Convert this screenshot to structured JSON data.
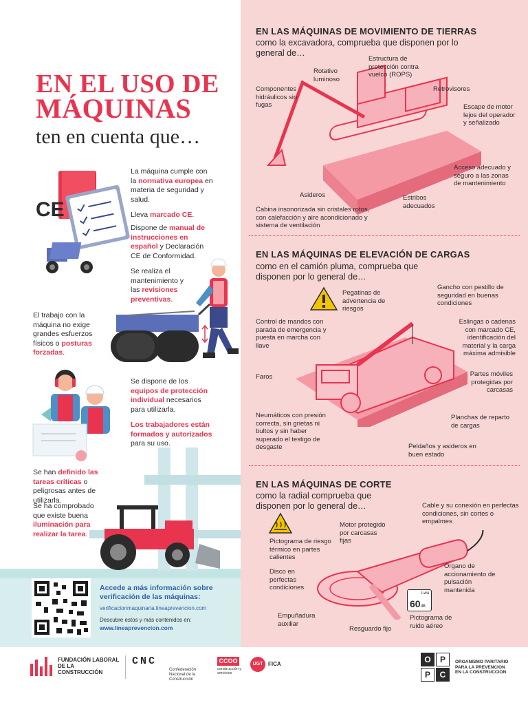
{
  "title": {
    "line1": "EN EL USO DE",
    "line2": "MÁQUINAS",
    "line3": "ten en cuenta que…"
  },
  "left": {
    "ce_mark": "CE",
    "p1": [
      "La máquina cumple con la ",
      "normativa europea",
      " en materia de seguridad y salud."
    ],
    "p2": [
      "Lleva ",
      "marcado CE",
      "."
    ],
    "p3": [
      "Dispone de ",
      "manual de instrucciones en español",
      " y Declaración CE de Conformidad."
    ],
    "p4": [
      "Se realiza el mantenimiento y las ",
      "revisiones preventivas",
      "."
    ],
    "p5": [
      "El trabajo con la máquina no exige grandes esfuerzos físicos o ",
      "posturas forzadas",
      "."
    ],
    "p6": [
      "Se dispone de los ",
      "equipos de protección individual",
      " necesarios para utilizarla."
    ],
    "p7": [
      "Los trabajadores están formados y autorizados",
      " para su uso."
    ],
    "p8": [
      "Se han ",
      "definido las tareas críticas",
      " o peligrosas antes de utilizarla."
    ],
    "p9": [
      "Se ha comprobado que existe buena ",
      "iluminación para realizar la tarea",
      "."
    ],
    "qr_title": "Accede a más información sobre verificación de las máquinas:",
    "qr_url": "verificacionmaquinaria.lineaprevencion.com",
    "qr_desc": "Descubre estos y más contenidos en:",
    "qr_url2": "www.lineaprevencion.com"
  },
  "sec1": {
    "title": "EN LAS MÁQUINAS DE MOVIMIENTO DE TIERRAS",
    "sub": "como la excavadora, comprueba que disponen por lo general de…",
    "labels": {
      "rotativo": "Rotativo luminoso",
      "estructura": "Estructura de protección contra vuelco (ROPS)",
      "componentes": "Componentes hidráulicos sin fugas",
      "retrovisores": "Retrovisores",
      "escape": "Escape de motor lejos del operador y señalizado",
      "acceso": "Acceso adecuado y seguro a las zonas de mantenimiento",
      "asideros": "Asideros",
      "estribos": "Estribos adecuados",
      "cabina": "Cabina insonorizada sin cristales rotos, con calefacción y aire acondicionado y sistema de ventilación"
    }
  },
  "sec2": {
    "title": "EN LAS MÁQUINAS DE ELEVACIÓN DE CARGAS",
    "sub": "como en el camión pluma, comprueba que disponen por lo general de…",
    "labels": {
      "pegatinas": "Pegatinas de advertencia de riesgos",
      "gancho": "Gancho con pestillo de seguridad en buenas condiciones",
      "control": "Control de mandos con parada de emergencia y puesta en marcha con llave",
      "eslingas": "Eslingas o cadenas con marcado CE, identificación del material y la carga máxima admisible",
      "faros": "Faros",
      "partes": "Partes móviles protegidas por carcasas",
      "neumaticos": "Neumáticos con presión correcta, sin grietas ni bultos y sin haber superado el testigo de desgaste",
      "planchas": "Planchas de reparto de cargas",
      "peldanos": "Peldaños y asideros en buen estado"
    }
  },
  "sec3": {
    "title": "EN LAS MÁQUINAS DE CORTE",
    "sub": "como la radial comprueba que disponen por lo general de…",
    "labels": {
      "cable": "Cable y su conexión en perfectas condiciones, sin cortes o empalmes",
      "motor": "Motor protegido por carcasas fijas",
      "pictograma_termico": "Pictograma de riesgo térmico en partes calientes",
      "disco": "Disco en perfectas condiciones",
      "organo": "Órgano de accionamiento de pulsación mantenida",
      "empunadura": "Empuñadura auxiliar",
      "resguardo": "Resguardo fijo",
      "pictograma_ruido": "Pictograma de ruido aéreo",
      "lwa": "Lwa",
      "db": "60",
      "db_unit": "dB"
    }
  },
  "footer": {
    "flc": "FUNDACIÓN LABORAL DE LA CONSTRUCCIÓN",
    "cnc_logo": "CNC",
    "cnc": "Confederación Nacional de la Construcción",
    "ccoo": "CCOO",
    "ccoo_sub": "construcción y servicios",
    "ugt": "UGT",
    "fica": "FICA",
    "opc": "ORGANISMO PARITARIO PARA LA PREVENCION EN LA CONSTRUCCION",
    "opc_letters": [
      "O",
      "P",
      "P",
      "C"
    ]
  },
  "colors": {
    "accent": "#e8344e",
    "right_bg": "#f8d6d6",
    "machine": "#f06b7c",
    "teal": "#d8eeee"
  }
}
